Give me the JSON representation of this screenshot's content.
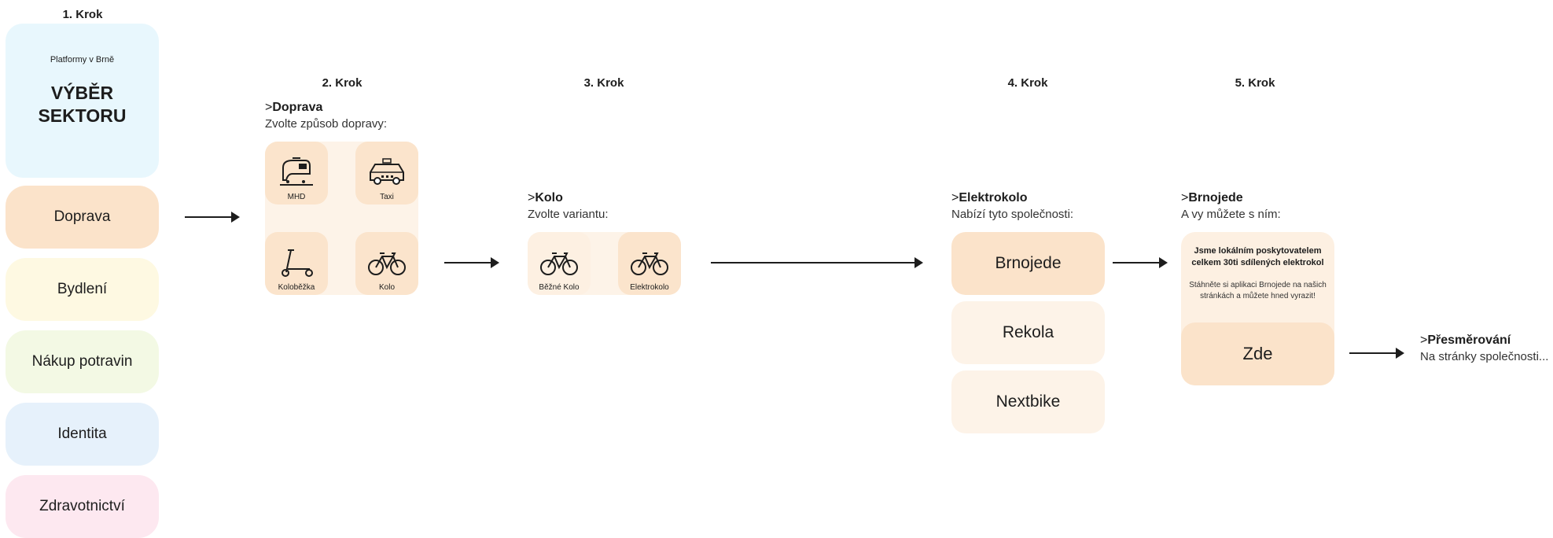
{
  "steps": {
    "s1": "1. Krok",
    "s2": "2. Krok",
    "s3": "3. Krok",
    "s4": "4. Krok",
    "s5": "5. Krok"
  },
  "intro": {
    "small": "Platformy v Brně",
    "line1": "VÝBĚR",
    "line2": "SEKTORU"
  },
  "sectors": [
    {
      "label": "Doprava",
      "color": "#fbe3ca"
    },
    {
      "label": "Bydlení",
      "color": "#fef9e2"
    },
    {
      "label": "Nákup potravin",
      "color": "#f3f9e4"
    },
    {
      "label": "Identita",
      "color": "#e6f1fb"
    },
    {
      "label": "Zdravotnictví",
      "color": "#fde8f0"
    }
  ],
  "step2": {
    "prefix": ">",
    "title": "Doprava",
    "subtitle": "Zvolte způsob dopravy:",
    "options": [
      {
        "label": "MHD",
        "icon": "tram-icon"
      },
      {
        "label": "Taxi",
        "icon": "taxi-icon"
      },
      {
        "label": "Koloběžka",
        "icon": "scooter-icon"
      },
      {
        "label": "Kolo",
        "icon": "bicycle-icon"
      }
    ]
  },
  "step3": {
    "prefix": ">",
    "title": "Kolo",
    "subtitle": "Zvolte variantu:",
    "options": [
      {
        "label": "Běžné Kolo",
        "icon": "bicycle-icon"
      },
      {
        "label": "Elektrokolo",
        "icon": "bicycle-icon"
      }
    ]
  },
  "step4": {
    "prefix": ">",
    "title": "Elektrokolo",
    "subtitle": "Nabízí tyto společnosti:",
    "companies": [
      "Brnojede",
      "Rekola",
      "Nextbike"
    ]
  },
  "step5": {
    "prefix": ">",
    "title": "Brnojede",
    "subtitle": "A vy můžete s ním:",
    "card_title": "Jsme lokálním poskytovatelem celkem 30ti sdílených elektrokol",
    "card_text": "Stáhněte si aplikaci Brnojede na našich stránkách a můžete hned vyrazit!",
    "button": "Zde"
  },
  "redirect": {
    "prefix": ">",
    "title": "Přesměrování",
    "subtitle": "Na stránky společnosti..."
  },
  "colors": {
    "accent": "#fbe3ca",
    "panel": "#fdf3e8",
    "intro_bg": "#e8f7fd"
  }
}
